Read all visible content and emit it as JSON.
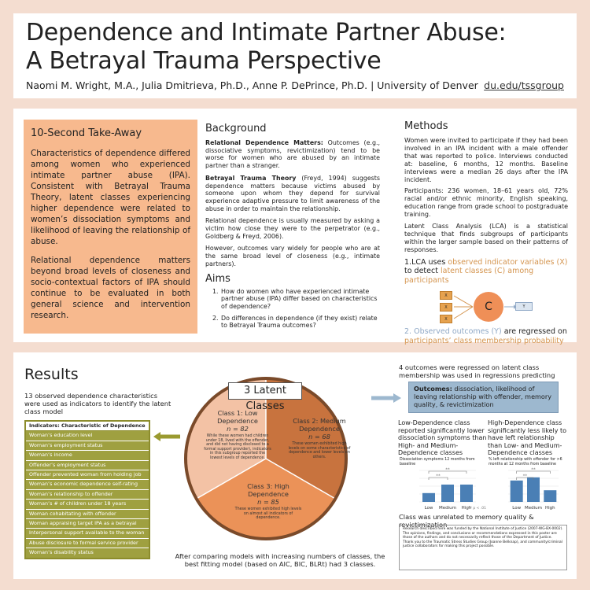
{
  "header": {
    "title_line1": "Dependence and Intimate Partner Abuse:",
    "title_line2": "A Betrayal Trauma Perspective",
    "authors": "Naomi M. Wright, M.A., Julia Dmitrieva, Ph.D., Anne P. DePrince, Ph.D. | University of Denver",
    "url": "du.edu/tssgroup"
  },
  "takeaway": {
    "heading": "10-Second Take-Away",
    "p1": "Characteristics of dependence differed among women who experienced intimate partner abuse (IPA). Consistent with Betrayal Trauma Theory, latent classes experiencing higher dependence were related to women’s dissociation symptoms and likelihood of leaving the relationship of abuse.",
    "p2": "Relational dependence matters beyond broad levels of closeness and socio-contextual factors of IPA should continue to be evaluated in both general science and intervention research."
  },
  "background": {
    "heading": "Background",
    "p1_bold": "Relational Dependence Matters:",
    "p1": " Outcomes (e.g., dissociative symptoms, revictimization) tend to be worse for women who are abused by an intimate partner than a stranger.",
    "p2_bold": "Betrayal Trauma Theory",
    "p2": " (Freyd, 1994) suggests dependence matters because victims abused by someone upon whom they depend for survival experience adaptive pressure to limit awareness of the abuse in order to maintain the relationship.",
    "p3": "Relational dependence is usually measured by asking a victim how close they were to the perpetrator (e.g., Goldberg & Freyd, 2006).",
    "p4": "However, outcomes vary widely for people who are at the same broad level of closeness (e.g., intimate partners)."
  },
  "aims": {
    "heading": "Aims",
    "items": [
      {
        "num": "1.",
        "text": "How do women who have experienced intimate partner abuse (IPA) differ based on characteristics of dependence?"
      },
      {
        "num": "2.",
        "text": "Do differences in dependence (if they exist) relate to Betrayal Trauma outcomes?"
      }
    ]
  },
  "methods": {
    "heading": "Methods",
    "p1": "Women were invited to participate if they had been involved in an IPA incident with a male offender that was reported to police. Interviews conducted at: baseline, 6 months, 12 months. Baseline interviews were a median 26 days after the IPA incident.",
    "p2": "Participants: 236 women, 18–61 years old, 72% racial and/or ethnic minority, English speaking, education range from grade school to postgraduate training.",
    "p3": "Latent Class Analysis (LCA) is a statistical technique that finds subgroups of participants within the larger sample based on their patterns of responses.",
    "lca1_a": "1.LCA uses ",
    "lca1_b": "observed indicator variables (X)",
    "lca1_c": " to detect ",
    "lca1_d": "latent classes (C) among participants",
    "diagram_c": "C",
    "diagram_x": "X",
    "diagram_y": "Y",
    "lca2_a": "2. ",
    "lca2_b": "Observed outcomes (Y)",
    "lca2_c": " are regressed on ",
    "lca2_d": "participants’ class membership probability"
  },
  "results": {
    "heading": "Results",
    "indicators_intro": "13 observed dependence characteristics were used as indicators to identify the latent class model",
    "indicators_header": "Indicators: Characteristic of Dependence",
    "indicators": [
      "Woman’s education level",
      "Woman’s employment status",
      "Woman’s income",
      "Offender’s employment status",
      "Offender prevented woman from holding job",
      "Woman’s economic dependence self-rating",
      "Woman’s relationship to offender",
      "Woman’s # of children under 18 years",
      "Woman cohabitating with offender",
      "Woman appraising target IPA as a betrayal",
      "Interpersonal support available to the woman",
      "Abuse disclosure to formal service provider",
      "Woman’s disability status"
    ],
    "classes_title": "3 Latent Classes",
    "class1": {
      "name": "Class 1: Low Dependence",
      "n": "n = 82",
      "desc": "While these women had children under 18, lived with the offender, and did not having disclosed to a formal support provider), indicators in this subgroup reported the lowest levels of dependence."
    },
    "class2": {
      "name": "Class 2: Medium Dependence",
      "n": "n = 68",
      "desc": "These women exhibited high levels on some characteristics of dependence and lower levels on others."
    },
    "class3": {
      "name": "Class 3: High Dependence",
      "n": "n = 85",
      "desc": "These women exhibited high levels on almost all indicators of dependence."
    },
    "conclusion": "After comparing models with increasing numbers of classes, the best fitting model (based on AIC, BIC, BLRt) had 3 classes.",
    "outcomes_intro": "4 outcomes were regressed on latent class membership was used in regressions predicting",
    "outcomes_bold": "Outcomes:",
    "outcomes_text": " dissociation, likelihood of leaving relationship with offender, memory quality, & revictimization",
    "low_text": "Low-Dependence class reported significantly lower dissociation symptoms than High- and Medium-Dependence classes",
    "high_text": "High-Dependence class significantly less likely to have left relationship than Low- and Medium-Dependence classes",
    "low_sub": "Dissociation symptoms 12 months from baseline",
    "high_sub": "% left relationship with offender for >6 months at 12 months from baseline",
    "memory": "Class was unrelated to memory quality & revictimization",
    "funding": "Research described here was funded by the National Institute of Justice (2007-WG-BX-0002). The opinions, findings, and conclusions or recommendations expressed in this poster are those of the authors and do not necessarily reflect those of the Department of Justice. Thank you to the Traumatic Stress Studies Group (Joanne Belknap), and community/criminal justice collaborators for making this project possible."
  },
  "chart_data": [
    {
      "type": "bar",
      "categories": [
        "Low",
        "Medium",
        "High"
      ],
      "values": [
        0.28,
        0.55,
        0.55
      ],
      "significance": [
        "**",
        "**"
      ],
      "note": "** p < .01",
      "color": "#4a7fb5"
    },
    {
      "type": "bar",
      "categories": [
        "Low",
        "Medium",
        "High"
      ],
      "values": [
        0.68,
        0.78,
        0.37
      ],
      "significance": [
        "**",
        "**"
      ],
      "color": "#4a7fb5"
    }
  ]
}
